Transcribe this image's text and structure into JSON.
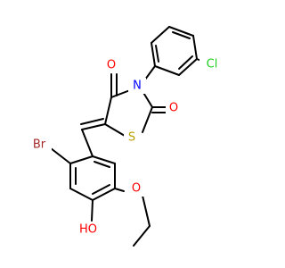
{
  "colors": {
    "bond": "#000000",
    "oxygen": "#ff0000",
    "nitrogen": "#0000ff",
    "sulfur": "#b8a000",
    "chlorine": "#1fcf1f",
    "bromine": "#a52a2a"
  },
  "labels": {
    "o_c4": "O",
    "n3": "N",
    "o_c2": "O",
    "s1": "S",
    "cl": "Cl",
    "br": "Br",
    "hydroxyl": "HO",
    "o_ether": "O"
  }
}
